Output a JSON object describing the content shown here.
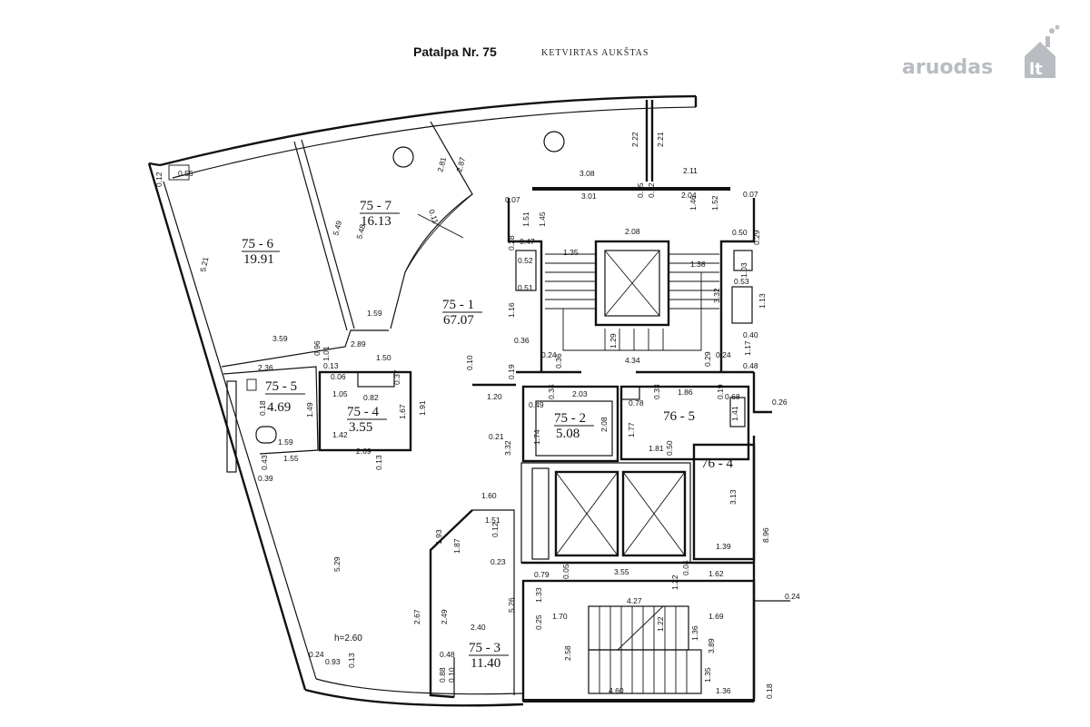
{
  "header": {
    "title": "Patalpa Nr. 75",
    "subtitle": "KETVIRTAS AUKŠTAS"
  },
  "logo": {
    "text": "aruodas",
    "suffix": "lt",
    "icon": "house-icon",
    "color": "#b9bcc1"
  },
  "rooms": [
    {
      "id": "75 - 6",
      "area": "19.91"
    },
    {
      "id": "75 - 7",
      "area": "16.13"
    },
    {
      "id": "75 - 1",
      "area": "67.07"
    },
    {
      "id": "75 - 5",
      "area": "4.69"
    },
    {
      "id": "75 - 4",
      "area": "3.55"
    },
    {
      "id": "75 - 2",
      "area": "5.08"
    },
    {
      "id": "76 - 5",
      "area": ""
    },
    {
      "id": "76 - 4",
      "area": ""
    },
    {
      "id": "75 - 3",
      "area": "11.40"
    }
  ],
  "ceiling_height": "h=2.60",
  "dimensions": [
    "0.55",
    "0.12",
    "5.21",
    "5.49",
    "5.48",
    "2.81",
    "2.87",
    "0.11",
    "3.59",
    "1.59",
    "2.22",
    "2.21",
    "3.08",
    "2.11",
    "0.07",
    "3.01",
    "0.15",
    "0.12",
    "2.04",
    "0.07",
    "1.51",
    "1.45",
    "1.46",
    "1.52",
    "0.28",
    "0.47",
    "2.08",
    "0.50",
    "0.29",
    "1.35",
    "1.38",
    "0.52",
    "0.51",
    "1.03",
    "0.53",
    "3.32",
    "1.13",
    "1.16",
    "0.36",
    "1.29",
    "1.17",
    "0.40",
    "0.24",
    "0.36",
    "4.34",
    "0.24",
    "0.29",
    "0.48",
    "0.10",
    "0.19",
    "2.36",
    "0.96",
    "1.01",
    "0.13",
    "2.89",
    "1.50",
    "0.06",
    "1.05",
    "0.82",
    "0.37",
    "1.91",
    "1.20",
    "0.49",
    "0.34",
    "2.03",
    "0.78",
    "0.33",
    "1.86",
    "0.19",
    "0.68",
    "0.26",
    "0.18",
    "1.49",
    "1.67",
    "1.74",
    "2.08",
    "1.77",
    "1.41",
    "0.21",
    "1.42",
    "1.59",
    "2.69",
    "3.32",
    "1.81",
    "0.50",
    "0.43",
    "1.55",
    "0.13",
    "0.39",
    "1.60",
    "3.13",
    "1.51",
    "0.12",
    "1.93",
    "1.87",
    "8.96",
    "1.39",
    "5.29",
    "0.23",
    "0.79",
    "0.05",
    "3.55",
    "1.22",
    "0.04",
    "1.62",
    "1.33",
    "5.26",
    "4.27",
    "0.24",
    "2.67",
    "2.49",
    "2.40",
    "1.70",
    "0.25",
    "1.22",
    "1.69",
    "1.36",
    "3.89",
    "2.58",
    "0.24",
    "0.93",
    "0.13",
    "0.48",
    "1.35",
    "0.88",
    "0.10",
    "4.60",
    "1.36",
    "0.18"
  ]
}
